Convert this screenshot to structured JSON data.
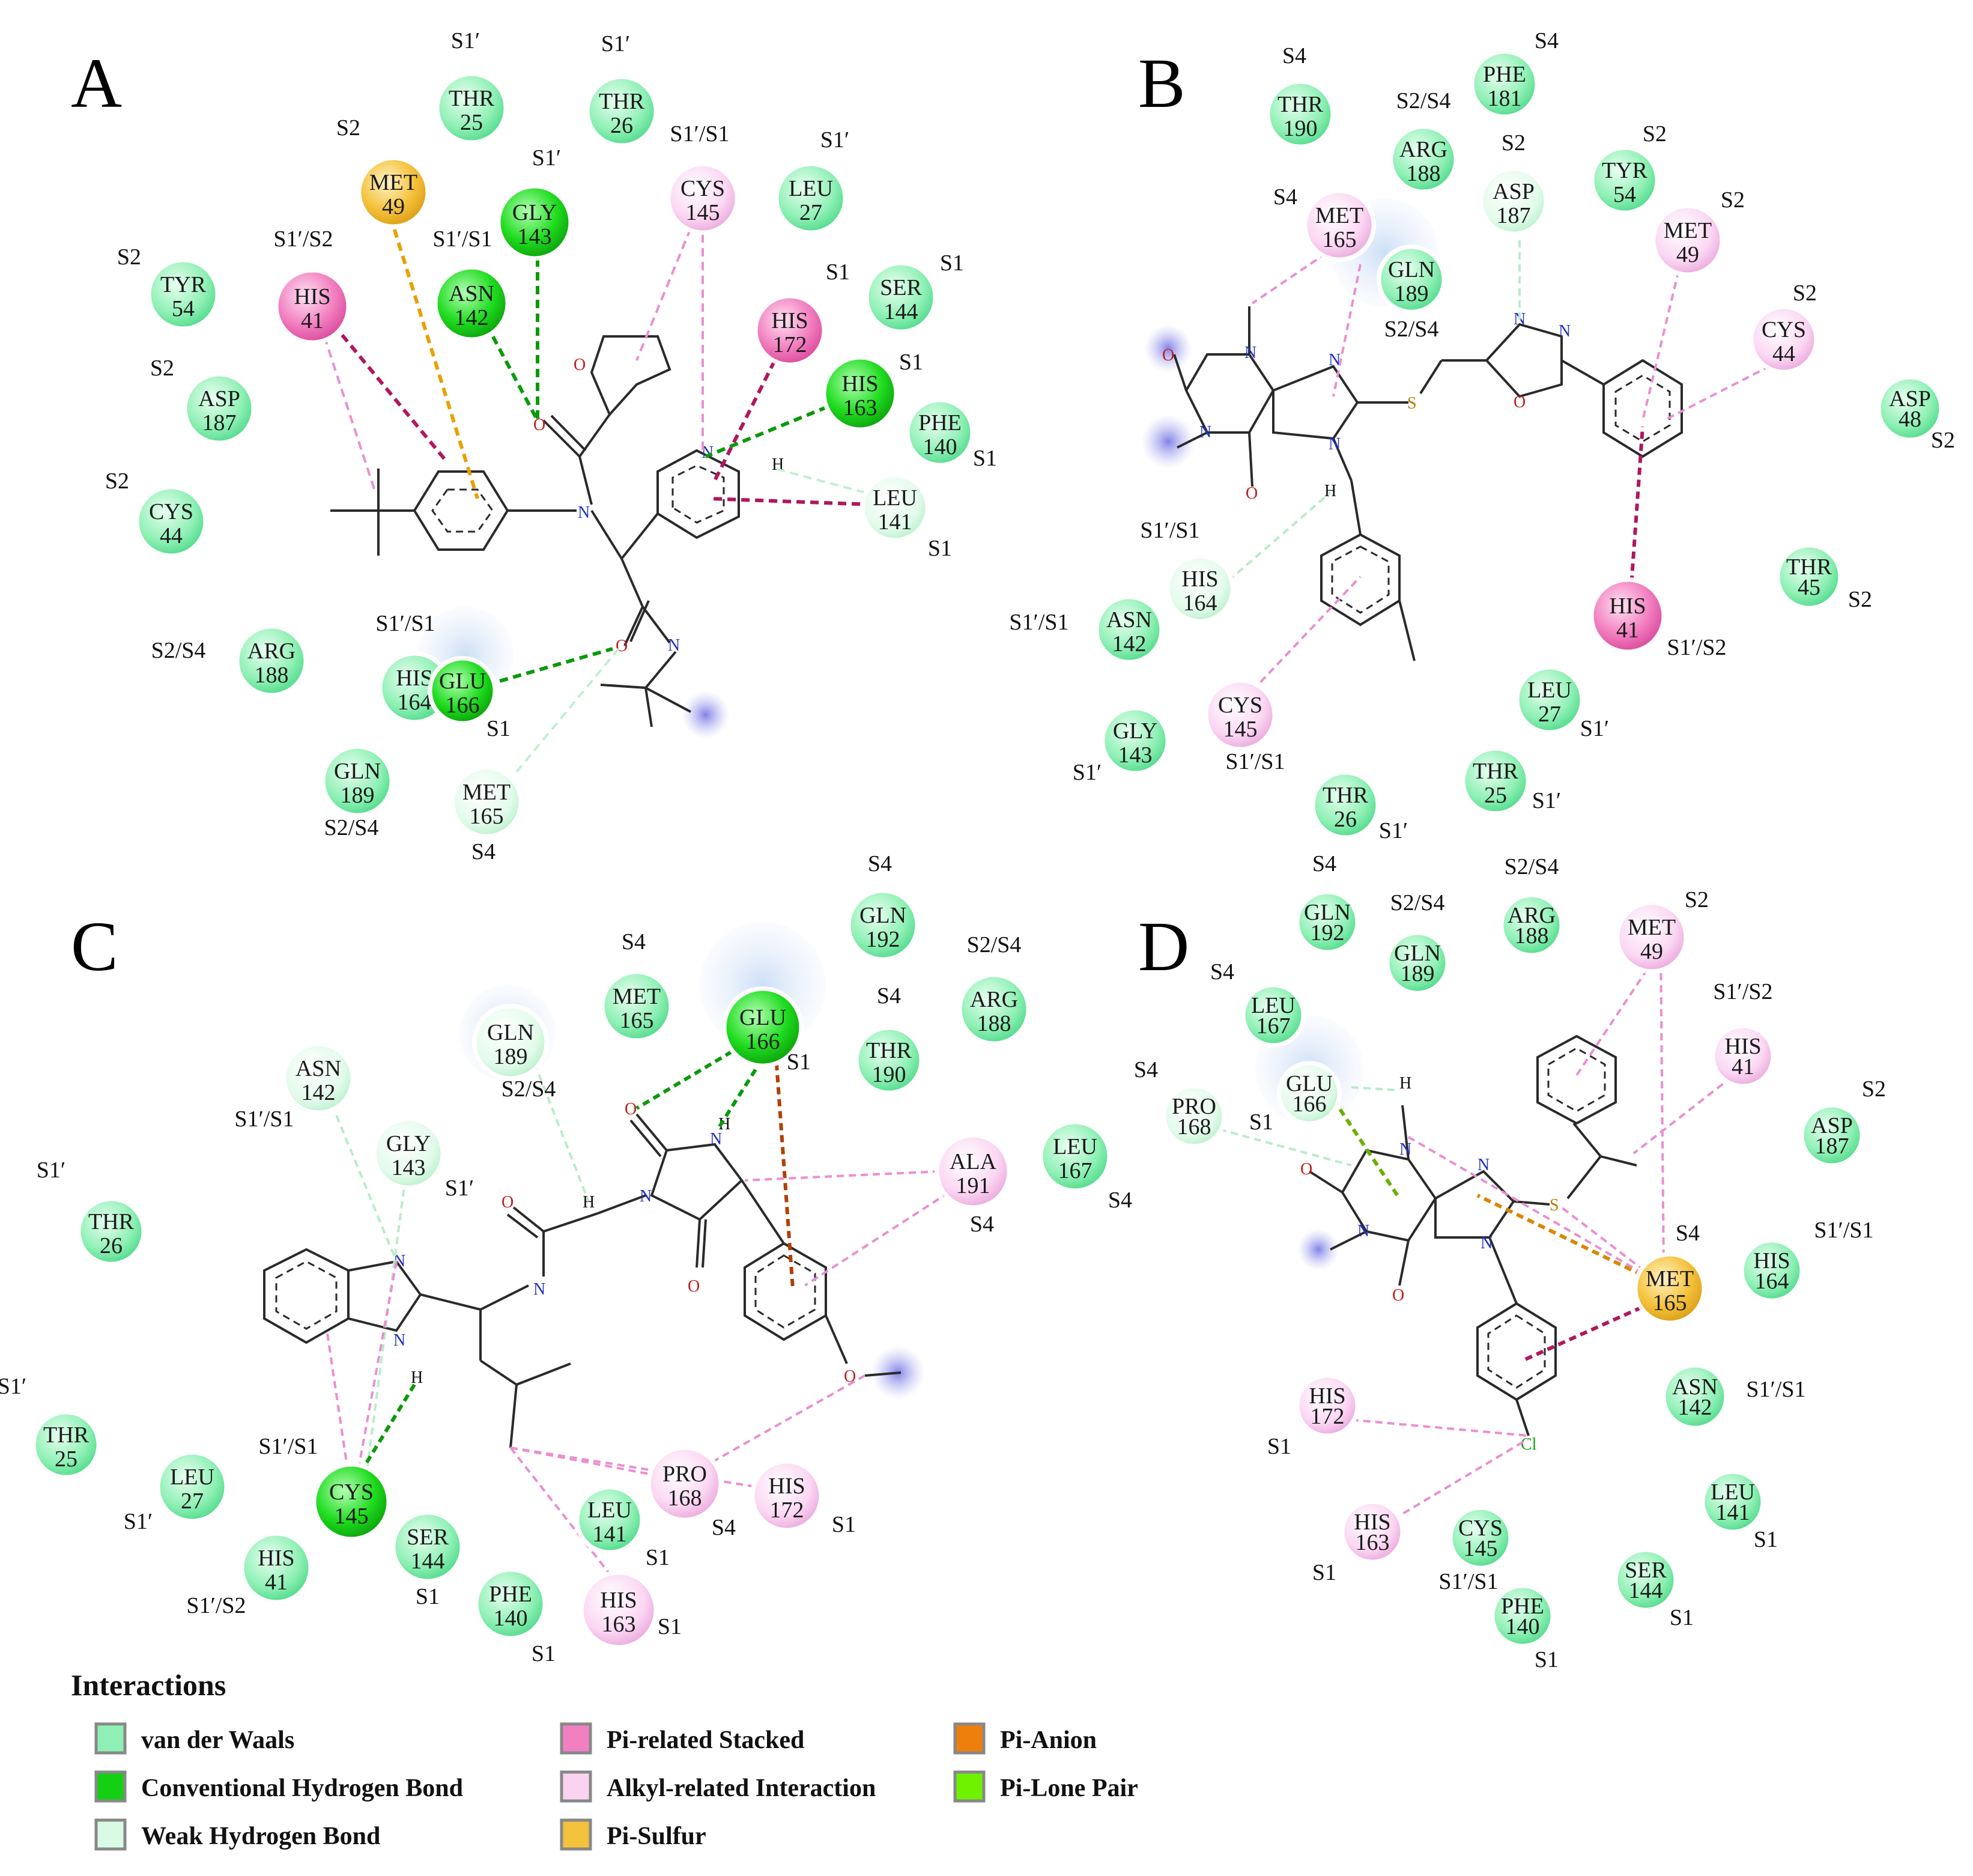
{
  "legend": {
    "title": "Interactions",
    "items": [
      {
        "label": "van der Waals",
        "color": "#8ef0b4"
      },
      {
        "label": "Conventional Hydrogen Bond",
        "color": "#14d014"
      },
      {
        "label": "Weak Hydrogen Bond",
        "color": "#d9fbe6"
      },
      {
        "label": "Pi-related Stacked",
        "color": "#f27fc0"
      },
      {
        "label": "Alkyl-related Interaction",
        "color": "#fbd3f2"
      },
      {
        "label": "Pi-Sulfur",
        "color": "#f5c23c"
      },
      {
        "label": "Pi-Anion",
        "color": "#ef7f0c"
      },
      {
        "label": "Pi-Lone Pair",
        "color": "#6ff200"
      }
    ]
  },
  "colors": {
    "vdw": "#8ef0b4",
    "hbond": "#14d014",
    "weak": "#d9fbe6",
    "stack": "#f27fc0",
    "alkyl": "#fbd3f2",
    "sulfur": "#f5c23c",
    "anion": "#ef7f0c",
    "lonepair": "#6ff200"
  },
  "panels": [
    {
      "letter": "A",
      "residues": [
        {
          "name": "THR",
          "num": "25",
          "type": "vdw",
          "site": "S1′"
        },
        {
          "name": "THR",
          "num": "26",
          "type": "vdw",
          "site": "S1′"
        },
        {
          "name": "MET",
          "num": "49",
          "type": "sulfur",
          "site": "S2"
        },
        {
          "name": "GLY",
          "num": "143",
          "type": "hbond",
          "site": "S1′"
        },
        {
          "name": "CYS",
          "num": "145",
          "type": "alkyl",
          "site": "S1′/S1"
        },
        {
          "name": "LEU",
          "num": "27",
          "type": "vdw",
          "site": "S1′"
        },
        {
          "name": "TYR",
          "num": "54",
          "type": "vdw",
          "site": "S2"
        },
        {
          "name": "HIS",
          "num": "41",
          "type": "stack",
          "site": "S1′/S2"
        },
        {
          "name": "ASN",
          "num": "142",
          "type": "hbond",
          "site": "S1′/S1"
        },
        {
          "name": "HIS",
          "num": "172",
          "type": "stack",
          "site": "S1"
        },
        {
          "name": "SER",
          "num": "144",
          "type": "vdw",
          "site": "S1"
        },
        {
          "name": "HIS",
          "num": "163",
          "type": "hbond",
          "site": "S1"
        },
        {
          "name": "ASP",
          "num": "187",
          "type": "vdw",
          "site": "S2"
        },
        {
          "name": "PHE",
          "num": "140",
          "type": "vdw",
          "site": "S1"
        },
        {
          "name": "CYS",
          "num": "44",
          "type": "vdw",
          "site": "S2"
        },
        {
          "name": "LEU",
          "num": "141",
          "type": "weak",
          "site": "S1"
        },
        {
          "name": "ARG",
          "num": "188",
          "type": "vdw",
          "site": "S2/S4"
        },
        {
          "name": "HIS",
          "num": "164",
          "type": "vdw",
          "site": "S1′/S1"
        },
        {
          "name": "GLU",
          "num": "166",
          "type": "hbond",
          "site": "S1"
        },
        {
          "name": "GLN",
          "num": "189",
          "type": "vdw",
          "site": "S2/S4"
        },
        {
          "name": "MET",
          "num": "165",
          "type": "weak",
          "site": "S4"
        }
      ]
    },
    {
      "letter": "B",
      "residues": [
        {
          "name": "THR",
          "num": "190",
          "type": "vdw",
          "site": "S4"
        },
        {
          "name": "PHE",
          "num": "181",
          "type": "vdw",
          "site": "S4"
        },
        {
          "name": "ARG",
          "num": "188",
          "type": "vdw",
          "site": "S2/S4"
        },
        {
          "name": "ASP",
          "num": "187",
          "type": "weak",
          "site": "S2"
        },
        {
          "name": "TYR",
          "num": "54",
          "type": "vdw",
          "site": "S2"
        },
        {
          "name": "MET",
          "num": "165",
          "type": "alkyl",
          "site": "S4"
        },
        {
          "name": "GLN",
          "num": "189",
          "type": "vdw",
          "site": "S2/S4"
        },
        {
          "name": "MET",
          "num": "49",
          "type": "alkyl",
          "site": "S2"
        },
        {
          "name": "CYS",
          "num": "44",
          "type": "alkyl",
          "site": "S2"
        },
        {
          "name": "ASP",
          "num": "48",
          "type": "vdw",
          "site": "S2"
        },
        {
          "name": "HIS",
          "num": "164",
          "type": "weak",
          "site": "S1′/S1"
        },
        {
          "name": "ASN",
          "num": "142",
          "type": "vdw",
          "site": "S1′/S1"
        },
        {
          "name": "THR",
          "num": "45",
          "type": "vdw",
          "site": "S2"
        },
        {
          "name": "HIS",
          "num": "41",
          "type": "stack",
          "site": "S1′/S2"
        },
        {
          "name": "LEU",
          "num": "27",
          "type": "vdw",
          "site": "S1′"
        },
        {
          "name": "CYS",
          "num": "145",
          "type": "alkyl",
          "site": "S1′/S1"
        },
        {
          "name": "GLY",
          "num": "143",
          "type": "vdw",
          "site": "S1′"
        },
        {
          "name": "THR",
          "num": "25",
          "type": "vdw",
          "site": "S1′"
        },
        {
          "name": "THR",
          "num": "26",
          "type": "vdw",
          "site": "S1′"
        }
      ]
    },
    {
      "letter": "C",
      "residues": [
        {
          "name": "GLN",
          "num": "192",
          "type": "vdw",
          "site": "S4"
        },
        {
          "name": "MET",
          "num": "165",
          "type": "vdw",
          "site": "S4"
        },
        {
          "name": "GLU",
          "num": "166",
          "type": "hbond",
          "site": "S1"
        },
        {
          "name": "ARG",
          "num": "188",
          "type": "vdw",
          "site": "S2/S4"
        },
        {
          "name": "GLN",
          "num": "189",
          "type": "weak",
          "site": "S2/S4"
        },
        {
          "name": "THR",
          "num": "190",
          "type": "vdw",
          "site": "S4"
        },
        {
          "name": "ASN",
          "num": "142",
          "type": "weak",
          "site": "S1′/S1"
        },
        {
          "name": "GLY",
          "num": "143",
          "type": "weak",
          "site": "S1′"
        },
        {
          "name": "ALA",
          "num": "191",
          "type": "alkyl",
          "site": "S4"
        },
        {
          "name": "LEU",
          "num": "167",
          "type": "vdw",
          "site": "S4"
        },
        {
          "name": "THR",
          "num": "26",
          "type": "vdw",
          "site": "S1′"
        },
        {
          "name": "THR",
          "num": "25",
          "type": "vdw",
          "site": "S1′"
        },
        {
          "name": "LEU",
          "num": "27",
          "type": "vdw",
          "site": "S1′"
        },
        {
          "name": "CYS",
          "num": "145",
          "type": "hbond",
          "site": "S1′/S1"
        },
        {
          "name": "PRO",
          "num": "168",
          "type": "alkyl",
          "site": "S4"
        },
        {
          "name": "HIS",
          "num": "172",
          "type": "alkyl",
          "site": "S1"
        },
        {
          "name": "SER",
          "num": "144",
          "type": "vdw",
          "site": "S1"
        },
        {
          "name": "LEU",
          "num": "141",
          "type": "vdw",
          "site": "S1"
        },
        {
          "name": "HIS",
          "num": "41",
          "type": "vdw",
          "site": "S1′/S2"
        },
        {
          "name": "PHE",
          "num": "140",
          "type": "vdw",
          "site": "S1"
        },
        {
          "name": "HIS",
          "num": "163",
          "type": "alkyl",
          "site": "S1"
        }
      ]
    },
    {
      "letter": "D",
      "residues": [
        {
          "name": "GLN",
          "num": "192",
          "type": "vdw",
          "site": "S4"
        },
        {
          "name": "GLN",
          "num": "189",
          "type": "vdw",
          "site": "S2/S4"
        },
        {
          "name": "ARG",
          "num": "188",
          "type": "vdw",
          "site": "S2/S4"
        },
        {
          "name": "MET",
          "num": "49",
          "type": "alkyl",
          "site": "S2"
        },
        {
          "name": "LEU",
          "num": "167",
          "type": "vdw",
          "site": "S4"
        },
        {
          "name": "HIS",
          "num": "41",
          "type": "alkyl",
          "site": "S1′/S2"
        },
        {
          "name": "GLU",
          "num": "166",
          "type": "weak",
          "site": "S1"
        },
        {
          "name": "PRO",
          "num": "168",
          "type": "weak",
          "site": "S4"
        },
        {
          "name": "ASP",
          "num": "187",
          "type": "vdw",
          "site": "S2"
        },
        {
          "name": "MET",
          "num": "165",
          "type": "sulfur",
          "site": "S4"
        },
        {
          "name": "HIS",
          "num": "164",
          "type": "vdw",
          "site": "S1′/S1"
        },
        {
          "name": "ASN",
          "num": "142",
          "type": "vdw",
          "site": "S1′/S1"
        },
        {
          "name": "HIS",
          "num": "172",
          "type": "alkyl",
          "site": "S1"
        },
        {
          "name": "LEU",
          "num": "141",
          "type": "vdw",
          "site": "S1"
        },
        {
          "name": "HIS",
          "num": "163",
          "type": "alkyl",
          "site": "S1"
        },
        {
          "name": "CYS",
          "num": "145",
          "type": "vdw",
          "site": "S1′/S1"
        },
        {
          "name": "SER",
          "num": "144",
          "type": "vdw",
          "site": "S1"
        },
        {
          "name": "PHE",
          "num": "140",
          "type": "vdw",
          "site": "S1"
        }
      ]
    }
  ],
  "atoms": {
    "O": "O",
    "N": "N",
    "H": "H",
    "S": "S",
    "Cl": "Cl"
  }
}
